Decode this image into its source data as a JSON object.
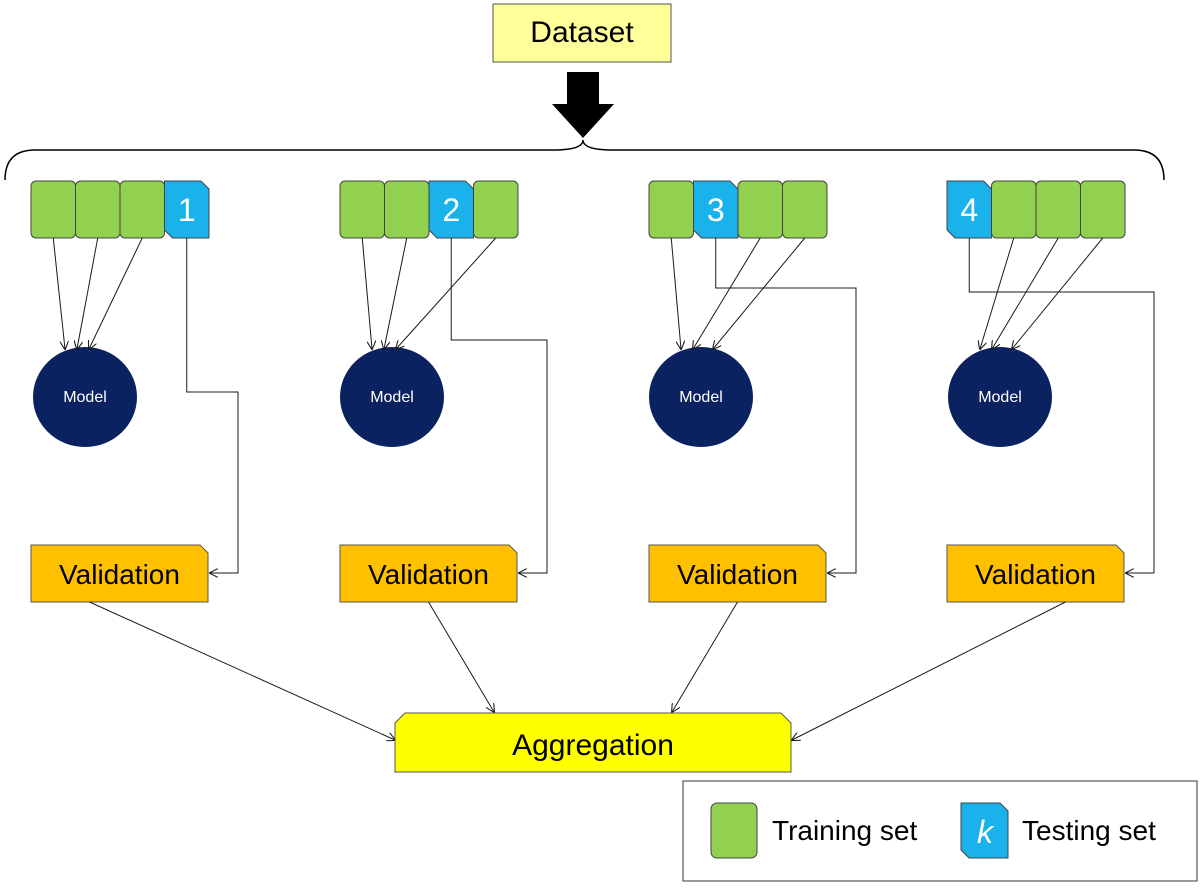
{
  "dataset": {
    "label": "Dataset"
  },
  "folds": [
    {
      "test_index": 4,
      "test_number": "1",
      "model_label": "Model",
      "validation_label": "Validation"
    },
    {
      "test_index": 3,
      "test_number": "2",
      "model_label": "Model",
      "validation_label": "Validation"
    },
    {
      "test_index": 2,
      "test_number": "3",
      "model_label": "Model",
      "validation_label": "Validation"
    },
    {
      "test_index": 1,
      "test_number": "4",
      "model_label": "Model",
      "validation_label": "Validation"
    }
  ],
  "aggregation": {
    "label": "Aggregation"
  },
  "legend": {
    "training_label": "Training set",
    "testing_symbol": "k",
    "testing_label": "Testing set"
  },
  "colors": {
    "dataset": "#ffff99",
    "training": "#92d050",
    "testing": "#1ab2ea",
    "model": "#0b2260",
    "validation": "#ffc000",
    "aggregation": "#ffff00"
  }
}
